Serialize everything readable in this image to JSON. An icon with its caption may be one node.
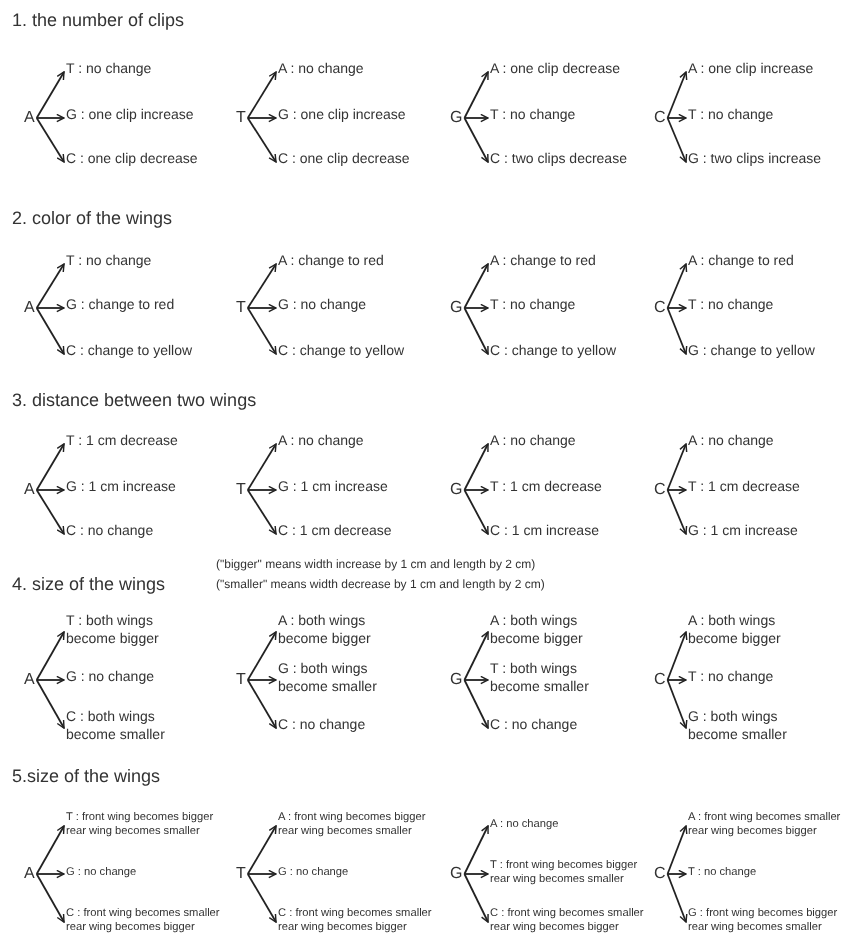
{
  "diagram": {
    "nodes": [
      {
        "text": [
          "A"
        ]
      },
      {
        "text": [
          "T : no change"
        ]
      },
      {
        "text": [
          "G : one clip increase"
        ]
      },
      {
        "text": [
          "C : one clip decrease"
        ]
      },
      {
        "text": [
          "T"
        ]
      },
      {
        "text": [
          "A : no change"
        ]
      },
      {
        "text": [
          "G : one clip increase"
        ]
      },
      {
        "text": [
          "C : one clip decrease"
        ]
      },
      {
        "text": [
          "G"
        ]
      },
      {
        "text": [
          "A : one clip decrease"
        ]
      },
      {
        "text": [
          "T : no change"
        ]
      },
      {
        "text": [
          "C : two clips decrease"
        ]
      },
      {
        "text": [
          "C"
        ]
      },
      {
        "text": [
          "A : one clip increase"
        ]
      },
      {
        "text": [
          "T : no change"
        ]
      },
      {
        "text": [
          "G : two clips increase"
        ]
      },
      {
        "text": [
          "A"
        ]
      },
      {
        "text": [
          "T : no change"
        ]
      },
      {
        "text": [
          "G : change to red"
        ]
      },
      {
        "text": [
          "C : change to yellow"
        ]
      },
      {
        "text": [
          "T"
        ]
      },
      {
        "text": [
          "A : change to red"
        ]
      },
      {
        "text": [
          "G : no change"
        ]
      },
      {
        "text": [
          "C : change to yellow"
        ]
      },
      {
        "text": [
          "G"
        ]
      },
      {
        "text": [
          "A : change to red"
        ]
      },
      {
        "text": [
          "T : no change"
        ]
      },
      {
        "text": [
          "C : change to yellow"
        ]
      },
      {
        "text": [
          "C"
        ]
      },
      {
        "text": [
          "A : change to red"
        ]
      },
      {
        "text": [
          "T : no change"
        ]
      },
      {
        "text": [
          "G : change to yellow"
        ]
      },
      {
        "text": [
          "A"
        ]
      },
      {
        "text": [
          "T : 1 cm decrease"
        ]
      },
      {
        "text": [
          "G : 1 cm increase"
        ]
      },
      {
        "text": [
          "C : no change"
        ]
      },
      {
        "text": [
          "T"
        ]
      },
      {
        "text": [
          "A : no change"
        ]
      },
      {
        "text": [
          "G : 1 cm increase"
        ]
      },
      {
        "text": [
          "C : 1 cm decrease"
        ]
      },
      {
        "text": [
          "G"
        ]
      },
      {
        "text": [
          "A : no change"
        ]
      },
      {
        "text": [
          "T : 1 cm decrease"
        ]
      },
      {
        "text": [
          "C : 1 cm increase"
        ]
      },
      {
        "text": [
          "C"
        ]
      },
      {
        "text": [
          "A : no change"
        ]
      },
      {
        "text": [
          "T : 1 cm decrease"
        ]
      },
      {
        "text": [
          "G : 1 cm increase"
        ]
      },
      {
        "text": [
          "A"
        ]
      },
      {
        "text": [
          "T : both wings become bigger"
        ]
      },
      {
        "text": [
          "G : no change"
        ]
      },
      {
        "text": [
          "C : both wings become smaller"
        ]
      },
      {
        "text": [
          "T"
        ]
      },
      {
        "text": [
          "A : both wings become bigger"
        ]
      },
      {
        "text": [
          "G : both wings become smaller"
        ]
      },
      {
        "text": [
          "C : no change"
        ]
      },
      {
        "text": [
          "G"
        ]
      },
      {
        "text": [
          "A : both wings become bigger"
        ]
      },
      {
        "text": [
          "T : both wings become smaller"
        ]
      },
      {
        "text": [
          "C : no change"
        ]
      },
      {
        "text": [
          "C"
        ]
      },
      {
        "text": [
          "A : both wings become bigger"
        ]
      },
      {
        "text": [
          "T : no change"
        ]
      },
      {
        "text": [
          "G : both wings become smaller"
        ]
      },
      {
        "text": [
          "A"
        ]
      },
      {
        "text": [
          "T : front wing becomes bigger rear wing becomes smaller"
        ]
      },
      {
        "text": [
          "G : no change"
        ]
      },
      {
        "text": [
          "C : front wing becomes smaller rear wing becomes bigger"
        ]
      },
      {
        "text": [
          "T"
        ]
      },
      {
        "text": [
          "A : front wing becomes bigger rear wing becomes smaller"
        ]
      },
      {
        "text": [
          "G : no change"
        ]
      },
      {
        "text": [
          "C : front wing becomes smaller rear wing becomes bigger"
        ]
      },
      {
        "text": [
          "G"
        ]
      },
      {
        "text": [
          "A : no change"
        ]
      },
      {
        "text": [
          "T : front wing becomes bigger rear wing becomes smaller"
        ]
      },
      {
        "text": [
          "C : front wing becomes smaller rear wing becomes bigger"
        ]
      },
      {
        "text": [
          "C"
        ]
      },
      {
        "text": [
          "A : front wing becomes smaller rear wing becomes bigger"
        ]
      },
      {
        "text": [
          "T : no change"
        ]
      },
      {
        "text": [
          "G : front wing becomes bigger rear wing becomes smaller"
        ]
      }
    ],
    "edges": [
      {
        "from": 0,
        "to": 1,
        "arrow": "to"
      },
      {
        "from": 0,
        "to": 2,
        "arrow": "to"
      },
      {
        "from": 0,
        "to": 3,
        "arrow": "to"
      },
      {
        "from": 4,
        "to": 5,
        "arrow": "to"
      },
      {
        "from": 4,
        "to": 6,
        "arrow": "to"
      },
      {
        "from": 4,
        "to": 7,
        "arrow": "to"
      },
      {
        "from": 8,
        "to": 9,
        "arrow": "to"
      },
      {
        "from": 8,
        "to": 10,
        "arrow": "to"
      },
      {
        "from": 8,
        "to": 11,
        "arrow": "to"
      },
      {
        "from": 12,
        "to": 13,
        "arrow": "to"
      },
      {
        "from": 12,
        "to": 14,
        "arrow": "to"
      },
      {
        "from": 12,
        "to": 15,
        "arrow": "to"
      },
      {
        "from": 16,
        "to": 17,
        "arrow": "to"
      },
      {
        "from": 16,
        "to": 18,
        "arrow": "to"
      },
      {
        "from": 16,
        "to": 19,
        "arrow": "to"
      },
      {
        "from": 20,
        "to": 21,
        "arrow": "to"
      },
      {
        "from": 20,
        "to": 22,
        "arrow": "to"
      },
      {
        "from": 20,
        "to": 23,
        "arrow": "to"
      },
      {
        "from": 24,
        "to": 25,
        "arrow": "to"
      },
      {
        "from": 24,
        "to": 26,
        "arrow": "to"
      },
      {
        "from": 24,
        "to": 27,
        "arrow": "to"
      },
      {
        "from": 28,
        "to": 29,
        "arrow": "to"
      },
      {
        "from": 28,
        "to": 30,
        "arrow": "to"
      },
      {
        "from": 28,
        "to": 31,
        "arrow": "to"
      },
      {
        "from": 32,
        "to": 33,
        "arrow": "to"
      },
      {
        "from": 32,
        "to": 34,
        "arrow": "to"
      },
      {
        "from": 32,
        "to": 35,
        "arrow": "to"
      },
      {
        "from": 36,
        "to": 37,
        "arrow": "to"
      },
      {
        "from": 36,
        "to": 38,
        "arrow": "to"
      },
      {
        "from": 36,
        "to": 39,
        "arrow": "to"
      },
      {
        "from": 40,
        "to": 41,
        "arrow": "to"
      },
      {
        "from": 40,
        "to": 42,
        "arrow": "to"
      },
      {
        "from": 40,
        "to": 43,
        "arrow": "to"
      },
      {
        "from": 44,
        "to": 45,
        "arrow": "to"
      },
      {
        "from": 44,
        "to": 46,
        "arrow": "to"
      },
      {
        "from": 44,
        "to": 47,
        "arrow": "to"
      },
      {
        "from": 48,
        "to": 49,
        "arrow": "to"
      },
      {
        "from": 48,
        "to": 50,
        "arrow": "to"
      },
      {
        "from": 48,
        "to": 51,
        "arrow": "to"
      },
      {
        "from": 52,
        "to": 53,
        "arrow": "to"
      },
      {
        "from": 52,
        "to": 54,
        "arrow": "to"
      },
      {
        "from": 52,
        "to": 55,
        "arrow": "to"
      },
      {
        "from": 56,
        "to": 57,
        "arrow": "to"
      },
      {
        "from": 56,
        "to": 58,
        "arrow": "to"
      },
      {
        "from": 56,
        "to": 59,
        "arrow": "to"
      },
      {
        "from": 60,
        "to": 61,
        "arrow": "to"
      },
      {
        "from": 60,
        "to": 62,
        "arrow": "to"
      },
      {
        "from": 60,
        "to": 63,
        "arrow": "to"
      },
      {
        "from": 64,
        "to": 65,
        "arrow": "to"
      },
      {
        "from": 64,
        "to": 66,
        "arrow": "to"
      },
      {
        "from": 64,
        "to": 67,
        "arrow": "to"
      },
      {
        "from": 68,
        "to": 69,
        "arrow": "to"
      },
      {
        "from": 68,
        "to": 70,
        "arrow": "to"
      },
      {
        "from": 68,
        "to": 71,
        "arrow": "to"
      },
      {
        "from": 72,
        "to": 73,
        "arrow": "to"
      },
      {
        "from": 72,
        "to": 74,
        "arrow": "to"
      },
      {
        "from": 72,
        "to": 75,
        "arrow": "to"
      },
      {
        "from": 76,
        "to": 77,
        "arrow": "to"
      },
      {
        "from": 76,
        "to": 78,
        "arrow": "to"
      },
      {
        "from": 76,
        "to": 79,
        "arrow": "to"
      }
    ],
    "labels": [
      "1. the number of clips",
      "2. color of the wings",
      "3. distance between two wings",
      "4. size of the wings",
      "(\"bigger\" means width increase by 1 cm and length by 2 cm)",
      "(\"smaller\" means width decrease by 1 cm and length by 2 cm)",
      "5.size of the wings"
    ]
  }
}
